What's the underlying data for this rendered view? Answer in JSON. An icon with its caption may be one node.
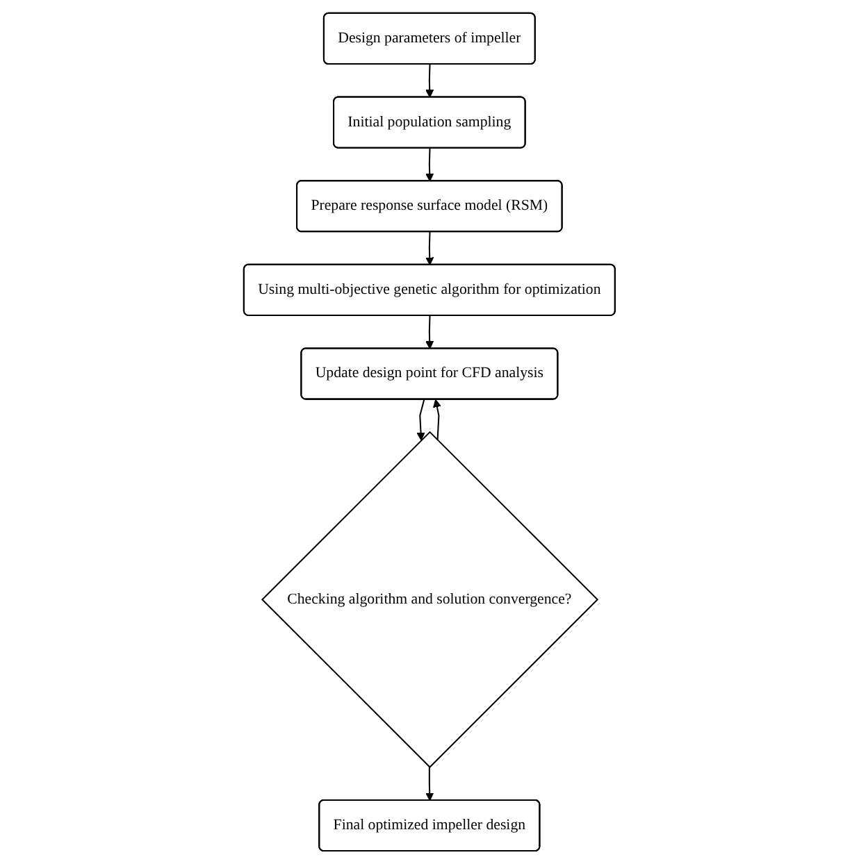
{
  "diagram": {
    "nodes": [
      {
        "text": [
          "Design parameters of impeller"
        ]
      },
      {
        "text": [
          "Initial population sampling"
        ]
      },
      {
        "text": [
          "Prepare response surface model (RSM)"
        ]
      },
      {
        "text": [
          "Using multi-objective genetic algorithm for optimization"
        ]
      },
      {
        "text": [
          "Update design point for CFD analysis"
        ]
      },
      {
        "text": [
          "Checking algorithm and solution convergence?"
        ]
      },
      {
        "text": [
          "Final optimized impeller design"
        ]
      }
    ],
    "edges": [
      {
        "from": 0,
        "to": 1,
        "arrow": "to"
      },
      {
        "from": 1,
        "to": 2,
        "arrow": "to"
      },
      {
        "from": 2,
        "to": 3,
        "arrow": "to"
      },
      {
        "from": 3,
        "to": 4,
        "arrow": "to"
      },
      {
        "from": 4,
        "to": 5,
        "arrow": "to"
      },
      {
        "from": 5,
        "to": 6,
        "arrow": "to"
      },
      {
        "from": 5,
        "to": 4,
        "arrow": "to"
      }
    ]
  }
}
